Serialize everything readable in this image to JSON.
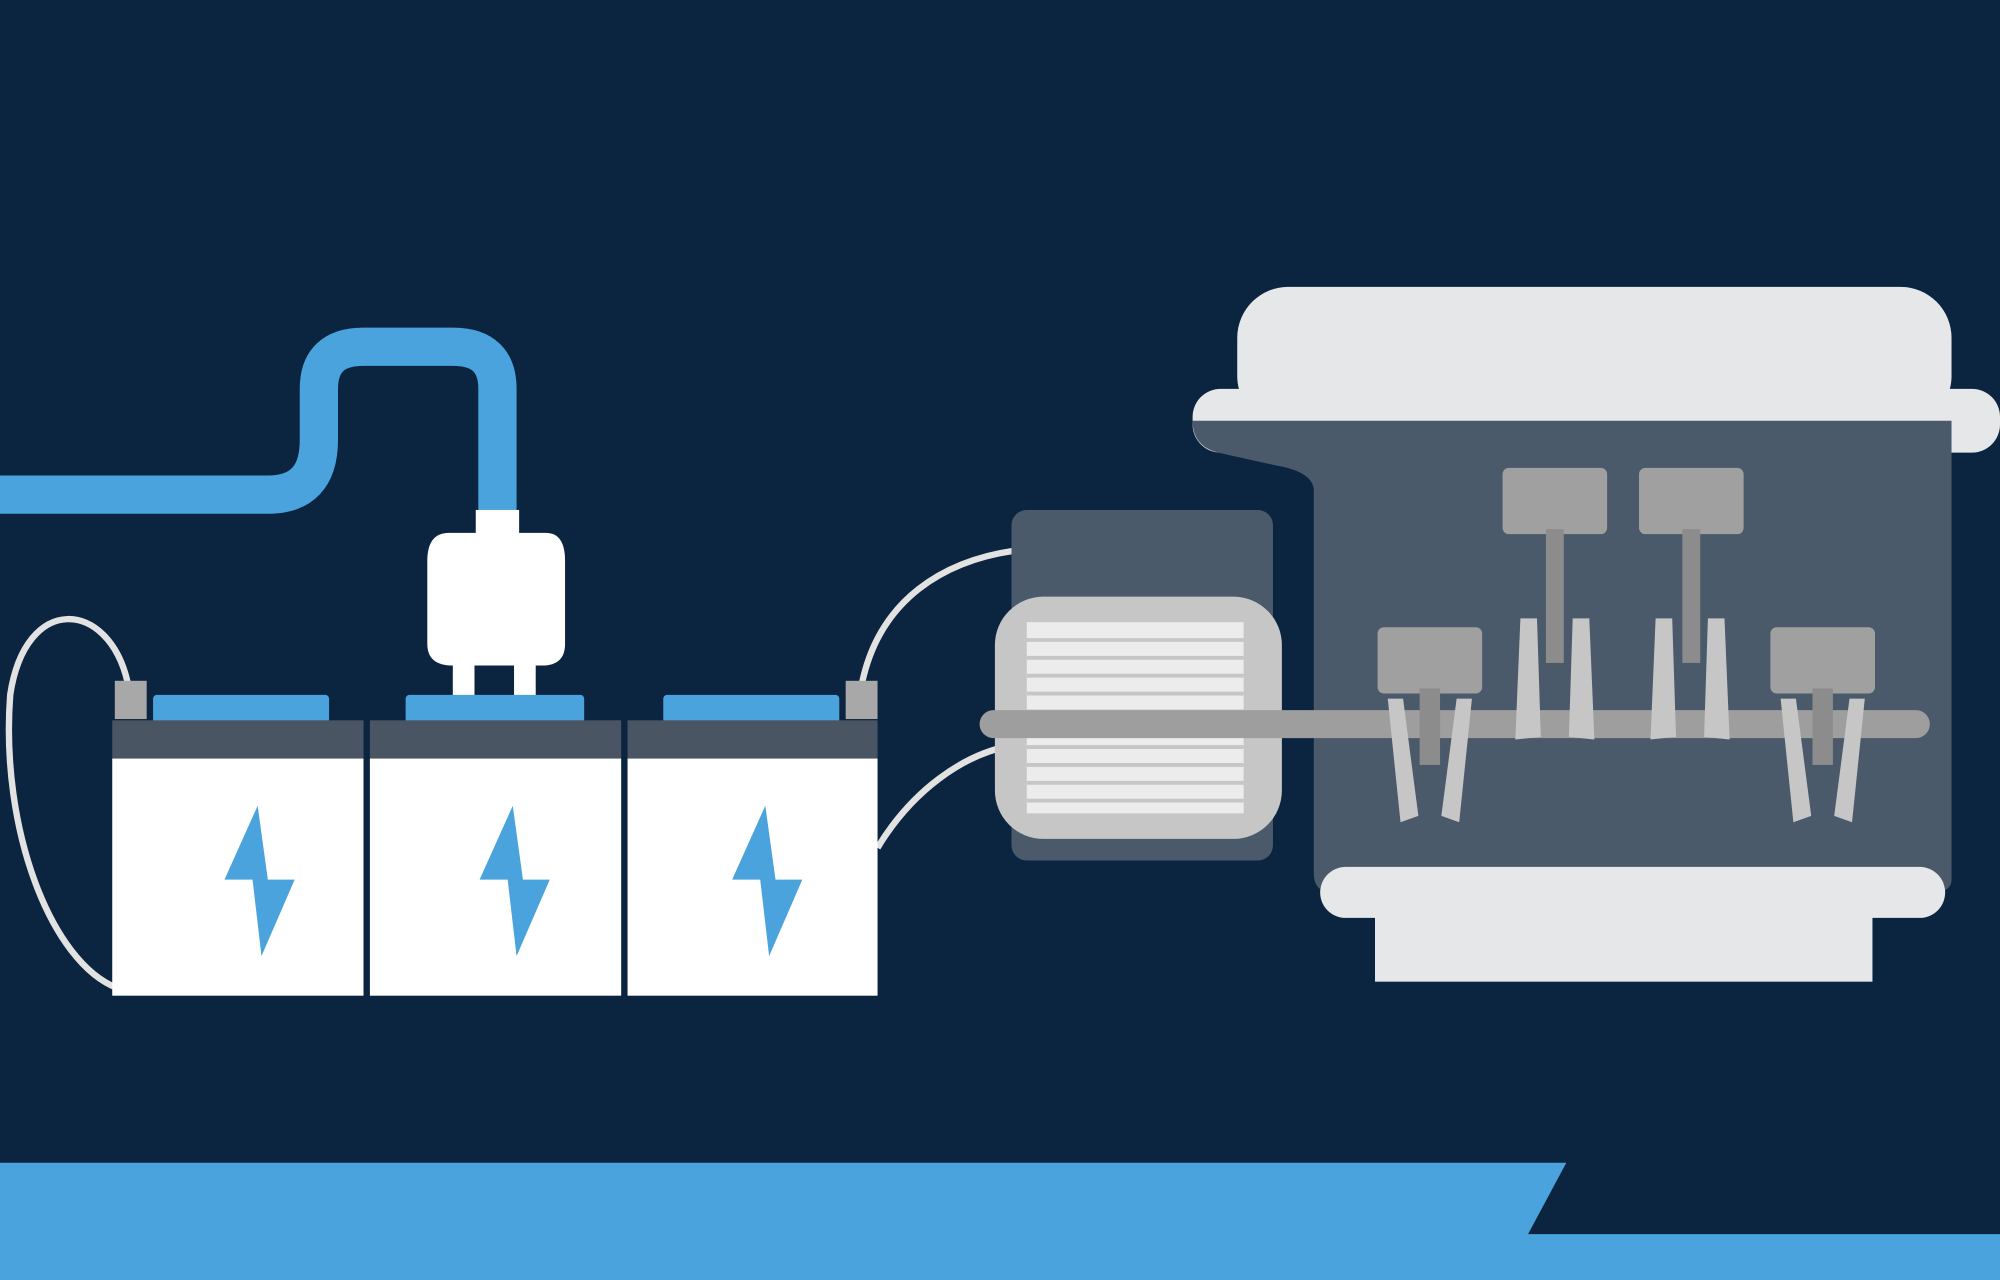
{
  "scene": {
    "subject": "battery-pack-powering-motor-and-engine",
    "icons": [
      "power-cable-icon",
      "plug-icon",
      "battery-icon",
      "lightning-bolt-icon",
      "electric-motor-icon",
      "engine-icon",
      "piston-icon",
      "crankshaft-icon"
    ],
    "battery_count": 3,
    "piston_count": 4
  },
  "colors": {
    "background": "#0b2440",
    "accent_blue": "#4aa3dc",
    "white": "#ffffff",
    "light_gray": "#e6e7e8",
    "mid_gray": "#a0a0a0",
    "rod_gray": "#c6c6c6",
    "slate": "#4a5a6a",
    "battery_band": "#4a5563"
  }
}
